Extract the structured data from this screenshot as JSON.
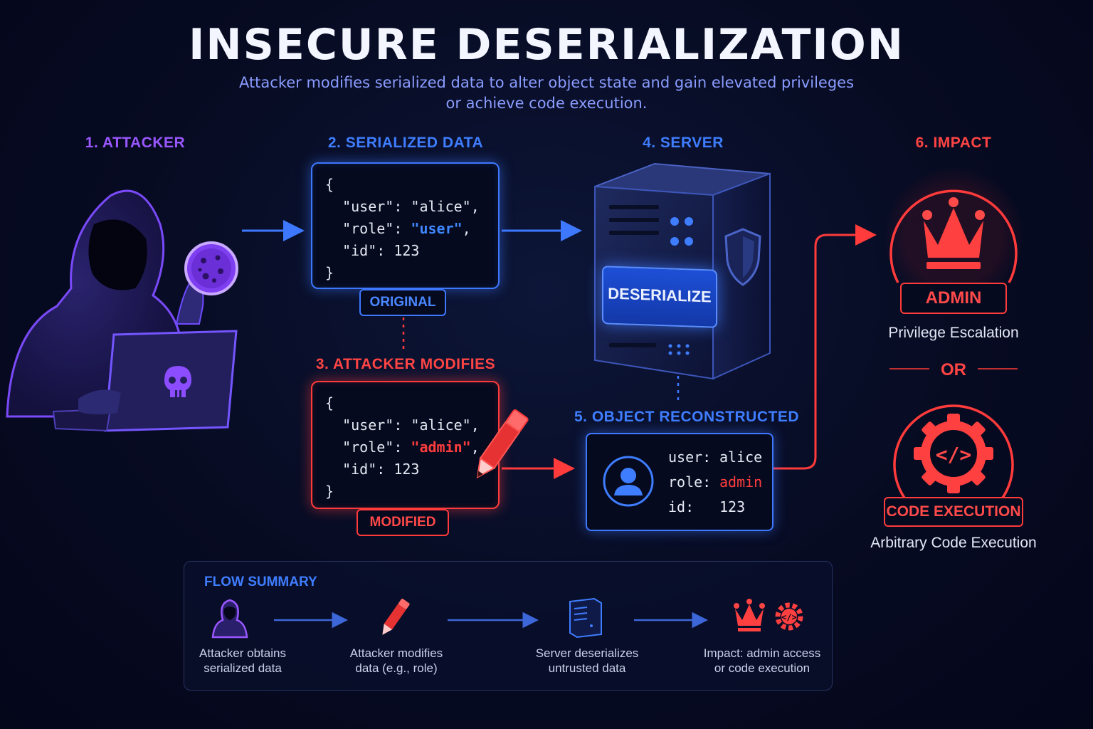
{
  "title": "INSECURE DESERIALIZATION",
  "subtitle_line1": "Attacker modifies serialized data to alter object state and gain elevated privileges",
  "subtitle_line2": "or achieve code execution.",
  "steps": {
    "attacker": "1. ATTACKER",
    "serialized": "2. SERIALIZED DATA",
    "modifies": "3. ATTACKER MODIFIES",
    "server": "4. SERVER",
    "reconstructed": "5. OBJECT RECONSTRUCTED",
    "impact": "6. IMPACT"
  },
  "original": {
    "open": "{",
    "user_line": "  \"user\": \"alice\",",
    "role_key": "  \"role\": ",
    "role_value": "\"user\"",
    "role_end": ",",
    "id_line": "  \"id\": 123",
    "close": "}",
    "tag": "ORIGINAL"
  },
  "modified": {
    "open": "{",
    "user_line": "  \"user\": \"alice\",",
    "role_key": "  \"role\": ",
    "role_value": "\"admin\"",
    "role_end": ",",
    "id_line": "  \"id\": 123",
    "close": "}",
    "tag": "MODIFIED"
  },
  "server": {
    "button": "DESERIALIZE"
  },
  "object": {
    "user_key": "user:",
    "user_val": "alice",
    "role_key": "role:",
    "role_val": "admin",
    "id_key": "id:",
    "id_val": "123"
  },
  "impact": {
    "admin_badge": "ADMIN",
    "admin_caption": "Privilege Escalation",
    "or": "OR",
    "code_badge": "CODE EXECUTION",
    "code_caption": "Arbitrary Code Execution"
  },
  "summary": {
    "title": "FLOW SUMMARY",
    "s1a": "Attacker obtains",
    "s1b": "serialized data",
    "s2a": "Attacker modifies",
    "s2b": "data (e.g., role)",
    "s3a": "Server deserializes",
    "s3b": "untrusted data",
    "s4a": "Impact: admin access",
    "s4b": "or code execution"
  },
  "colors": {
    "purple": "#9a57ff",
    "blue": "#3d78ff",
    "red": "#ff3b3b",
    "background": "#070b22"
  },
  "icons": [
    "hooded-attacker-icon",
    "cookie-icon",
    "laptop-icon",
    "skull-icon",
    "pencil-icon",
    "server-icon",
    "shield-icon",
    "user-avatar-icon",
    "crown-icon",
    "gear-code-icon"
  ]
}
